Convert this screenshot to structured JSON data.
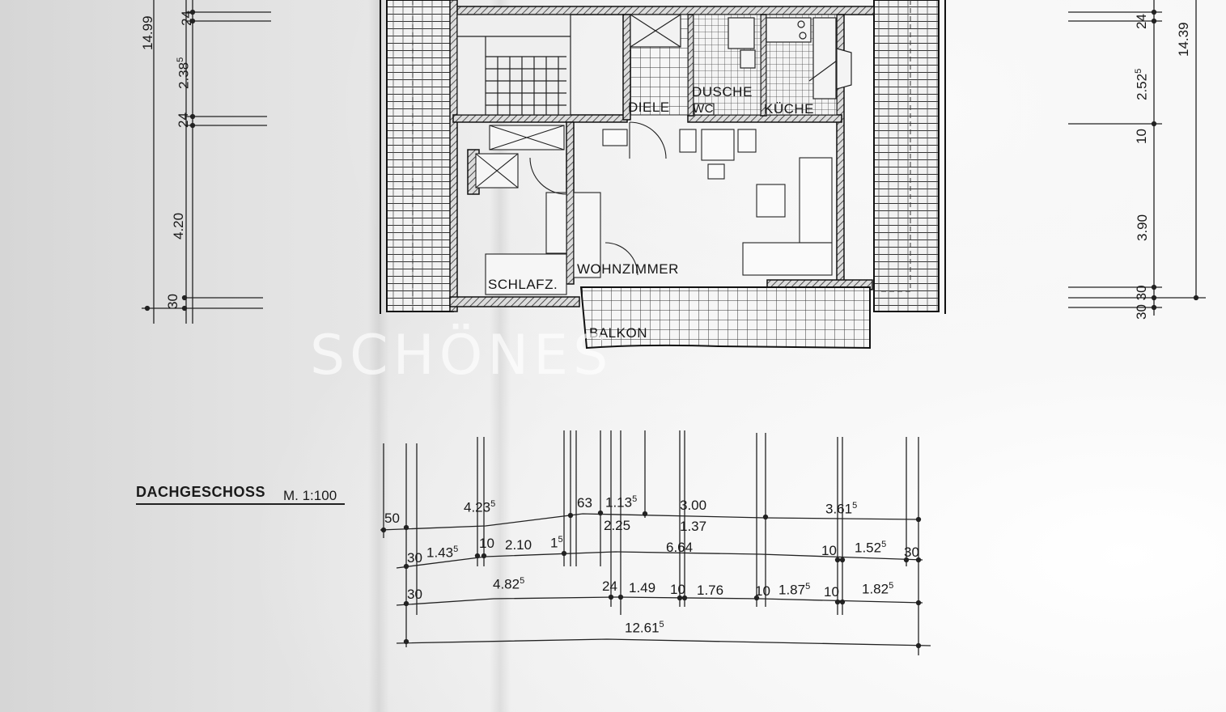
{
  "plan": {
    "title": "DACHGESCHOSS",
    "scale": "M. 1:100",
    "watermark": "SCHÖNES"
  },
  "rooms": {
    "diele": "DIELE",
    "dusche": "DUSCHE",
    "wc": "WC",
    "kueche": "KÜCHE",
    "wohnzimmer": "WOHNZIMMER",
    "schlafzimmer": "SCHLAFZ.",
    "balkon": "BALKON"
  },
  "dims_left": {
    "total": "14.99",
    "d24a": "24",
    "d2385": "2.38",
    "d2385_sup": "5",
    "d24b": "24",
    "d420": "4.20",
    "d30": "30"
  },
  "dims_right": {
    "total": "14.39",
    "d24": "24",
    "d2525": "2.52",
    "d2525_sup": "5",
    "d10": "10",
    "d390": "3.90",
    "d30a": "30 30",
    "d30b": "30"
  },
  "dims_bottom": {
    "r1_50": "50",
    "r1_4235": "4.23",
    "r1_4235_sup": "5",
    "r1_63": "63",
    "r1_1135": "1.13",
    "r1_1135_sup": "5",
    "r1_300": "3.00",
    "r1_3615": "3.61",
    "r1_3615_sup": "5",
    "r1_225": "2.25",
    "r1_137": "1.37",
    "r2_30": "30",
    "r2_1435": "1.43",
    "r2_1435_sup": "5",
    "r2_10": "10",
    "r2_210": "2.10",
    "r2_15": "1",
    "r2_15_sup": "5",
    "r2_664": "6.64",
    "r2_10b": "10",
    "r2_1525": "1.52",
    "r2_1525_sup": "5",
    "r2_30b": "30",
    "r3_30": "30",
    "r3_4825": "4.82",
    "r3_4825_sup": "5",
    "r3_24": "24",
    "r3_149": "1.49",
    "r3_10": "10",
    "r3_176": "1.76",
    "r3_10b": "10",
    "r3_1875": "1.87",
    "r3_1875_sup": "5",
    "r3_10c": "10",
    "r3_1825": "1.82",
    "r3_1825_sup": "5",
    "r4_12615": "12.61",
    "r4_12615_sup": "5"
  }
}
